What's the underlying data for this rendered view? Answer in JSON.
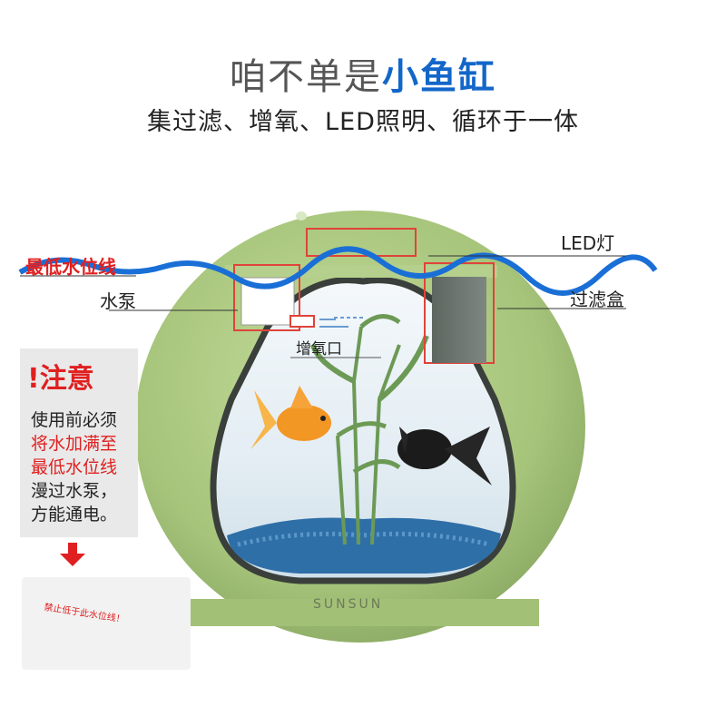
{
  "headline": {
    "prefix": "咱不单是",
    "highlight": "小鱼缸"
  },
  "subtitle": "集过滤、增氧、LED照明、循环于一体",
  "callouts": {
    "led": "LED灯",
    "water_line": "最低水位线",
    "pump": "水泵",
    "filter": "过滤盒",
    "aerator": "增氧口"
  },
  "notice": {
    "title": "注意",
    "lines": [
      "使用前必须",
      "将水加满至",
      "最低水位线",
      "漫过水泵，",
      "方能通电。"
    ]
  },
  "photo_tag": "禁止低于此水位线！",
  "brand": "SUNSUN",
  "colors": {
    "accent": "#1366c9",
    "warning": "#e02020",
    "tank_body": "#a9c77c",
    "water_line": "#1a6fd6"
  }
}
